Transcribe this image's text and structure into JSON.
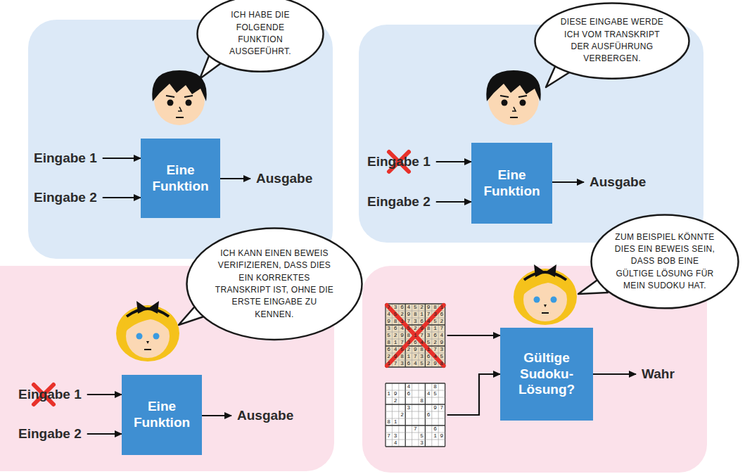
{
  "diagram": {
    "nodes": [
      {
        "text": [
          "ICH HABE DIE FOLGENDE FUNKTION AUSGEFÜHRT."
        ]
      },
      {
        "text": [
          "Eingabe 1"
        ]
      },
      {
        "text": [
          "Eingabe 2"
        ]
      },
      {
        "text": [
          "Eine Funktion"
        ]
      },
      {
        "text": [
          "Ausgabe"
        ]
      },
      {
        "text": [
          "DIESE EINGABE WERDE ICH VOM TRANSKRIPT DER AUSFÜHRUNG VERBERGEN."
        ]
      },
      {
        "text": [
          "Eingabe 1"
        ]
      },
      {
        "text": [
          "Eingabe 2"
        ]
      },
      {
        "text": [
          "Eine Funktion"
        ]
      },
      {
        "text": [
          "Ausgabe"
        ]
      },
      {
        "text": [
          "ICH KANN EINEN BEWEIS VERIFIZIEREN, DASS DIES EIN KORREKTES TRANSKRIPT IST, OHNE DIE ERSTE EINGABE ZU KENNEN."
        ]
      },
      {
        "text": [
          "Eingabe 1"
        ]
      },
      {
        "text": [
          "Eingabe 2"
        ]
      },
      {
        "text": [
          "Eine Funktion"
        ]
      },
      {
        "text": [
          "Ausgabe"
        ]
      },
      {
        "text": [
          "ZUM BEISPIEL KÖNNTE DIES EIN BEWEIS SEIN, DASS BOB EINE GÜLTIGE LÖSUNG FÜR MEIN SUDOKU HAT."
        ]
      },
      {
        "text": [
          "7 3 6 4 5 2 9 8 1",
          "4 5 2 9 8 1 7 3 6",
          "9 8 1 7 3 6 4 5 2",
          "3 6 4 5 2 9 8 1 7",
          "5 2 9 8 1 7 3 6 4",
          "8 1 7 3 6 4 5 2 9",
          "6 4 5 2 9 8 1 7 3",
          "2 9 8 1 7 3 6 4 5",
          "1 7 3 6 4 5 2 9 8"
        ]
      },
      {
        "text": [
          "      4       8  ",
          "1 9   6     4 5  ",
          "  2       8      ",
          "      3       9 7",
          "    2       6    ",
          "8 1              ",
          "        7     6  ",
          "7 3       5   1 9",
          "  4       3      "
        ]
      },
      {
        "text": [
          "Gültige Sudoku- Lösung?"
        ]
      },
      {
        "text": [
          "Wahr"
        ]
      }
    ],
    "edges": [
      {
        "from": 1,
        "to": 3,
        "arrow": "to"
      },
      {
        "from": 2,
        "to": 3,
        "arrow": "to"
      },
      {
        "from": 3,
        "to": 4,
        "arrow": "to"
      },
      {
        "from": 6,
        "to": 8,
        "arrow": "to"
      },
      {
        "from": 7,
        "to": 8,
        "arrow": "to"
      },
      {
        "from": 8,
        "to": 9,
        "arrow": "to"
      },
      {
        "from": 11,
        "to": 13,
        "arrow": "to"
      },
      {
        "from": 12,
        "to": 13,
        "arrow": "to"
      },
      {
        "from": 13,
        "to": 14,
        "arrow": "to"
      },
      {
        "from": 16,
        "to": 18,
        "arrow": "to"
      },
      {
        "from": 17,
        "to": 18,
        "arrow": "to"
      },
      {
        "from": 18,
        "to": 19,
        "arrow": "to"
      }
    ]
  }
}
